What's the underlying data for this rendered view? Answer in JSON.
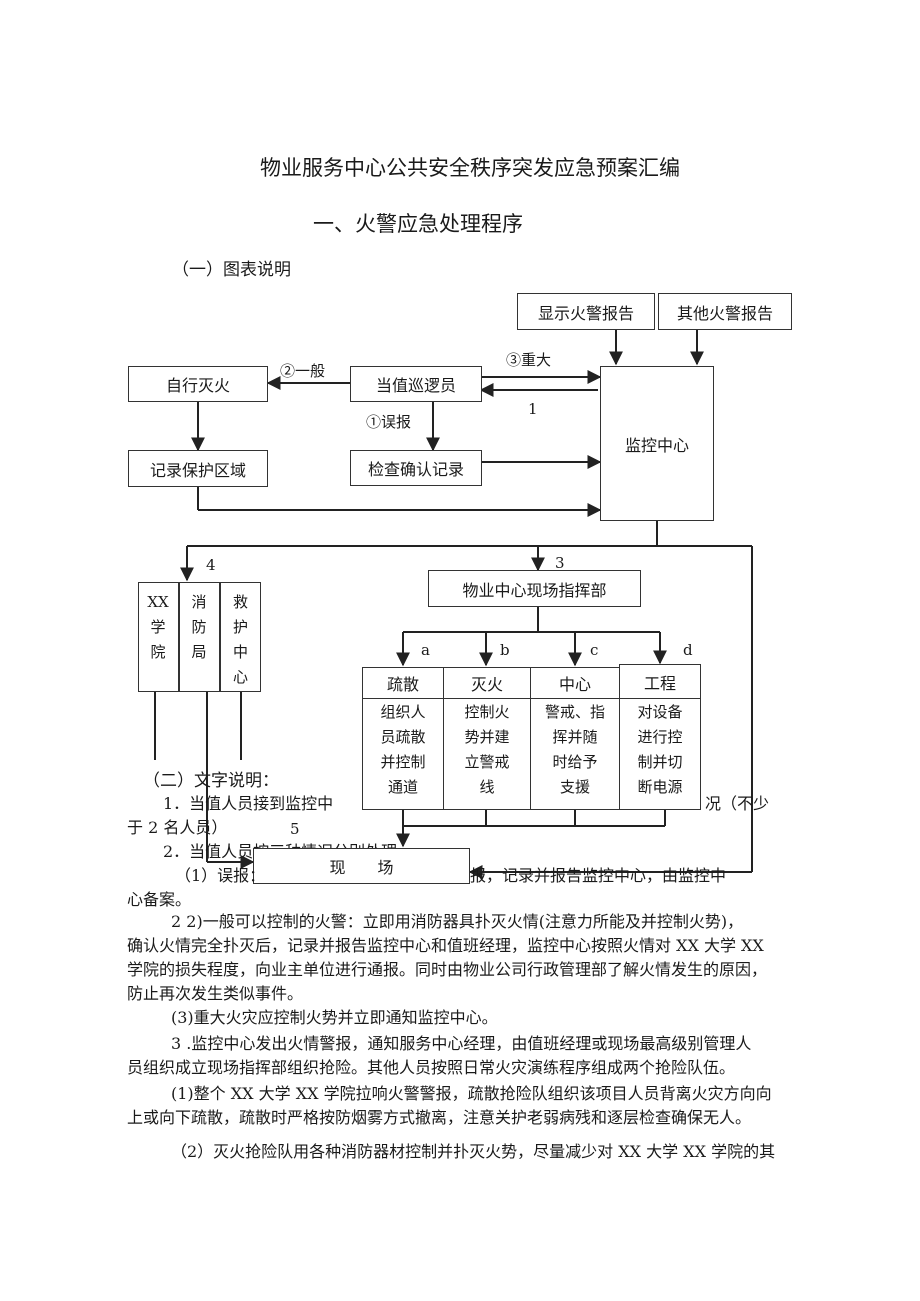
{
  "doc": {
    "title": "物业服务中心公共安全秩序突发应急预案汇编",
    "section": "一、火警应急处理程序",
    "sub1": "（一）图表说明",
    "sub2": "（二）文字说明："
  },
  "flow": {
    "top_left": "显示火警报告",
    "top_right": "其他火警报告",
    "self_fire": "自行灭火",
    "patrol": "当值巡逻员",
    "record_zone": "记录保护区域",
    "check_record": "检查确认记录",
    "monitor": "监控中心",
    "command": "物业中心现场指挥部",
    "site": "现　　场",
    "label_general": "②一般",
    "label_major": "③重大",
    "label_false": "①误报",
    "label_1": "1",
    "label_3": "3",
    "label_4": "4",
    "label_5": "5",
    "label_a": "a",
    "label_b": "b",
    "label_c": "c",
    "label_d": "d",
    "ext": {
      "col1": [
        "XX",
        "学",
        "院"
      ],
      "col2": [
        "消",
        "防",
        "局"
      ],
      "col3": [
        "救",
        "护",
        "中",
        "心"
      ]
    },
    "teams": [
      {
        "head": "疏散",
        "lines": [
          "组织人",
          "员疏散",
          "并控制",
          "通道"
        ]
      },
      {
        "head": "灭火",
        "lines": [
          "控制火",
          "势并建",
          "立警戒",
          "线"
        ]
      },
      {
        "head": "中心",
        "lines": [
          "警戒、指",
          "挥并随",
          "时给予",
          "支援"
        ]
      },
      {
        "head": "工程",
        "lines": [
          "对设备",
          "进行控",
          "制并切",
          "断电源"
        ]
      }
    ]
  },
  "text": {
    "p1a": "1．当值人员接到监控中",
    "p1b": "况（不少",
    "p1c": "于 2 名人员）",
    "p2a": "2．当值人员按三种情况分别处理",
    "p3a": "（1）误报：",
    "p3b": "报，记录并报告监控中心，由监控中",
    "p3c": "心备案。",
    "p4": [
      "2 2)一般可以控制的火警：立即用消防器具扑灭火情(注意力所能及并控制火势)，",
      "确认火情完全扑灭后，记录并报告监控中心和值班经理，监控中心按照火情对 XX 大学 XX",
      "学院的损失程度，向业主单位进行通报。同时由物业公司行政管理部了解火情发生的原因，",
      "防止再次发生类似事件。"
    ],
    "p5": "(3)重大火灾应控制火势并立即通知监控中心。",
    "p6": [
      "3 .监控中心发出火情警报，通知服务中心经理，由值班经理或现场最高级别管理人",
      "员组织成立现场指挥部组织抢险。其他人员按照日常火灾演练程序组成两个抢险队伍。"
    ],
    "p7": [
      "(1)整个 XX 大学 XX 学院拉响火警警报，疏散抢险队组织该项目人员背离火灾方向向",
      "上或向下疏散，疏散时严格按防烟雾方式撤离，注意关护老弱病残和逐层检查确保无人。"
    ],
    "p8": "（2）灭火抢险队用各种消防器材控制并扑灭火势，尽量减少对 XX 大学 XX 学院的其"
  }
}
